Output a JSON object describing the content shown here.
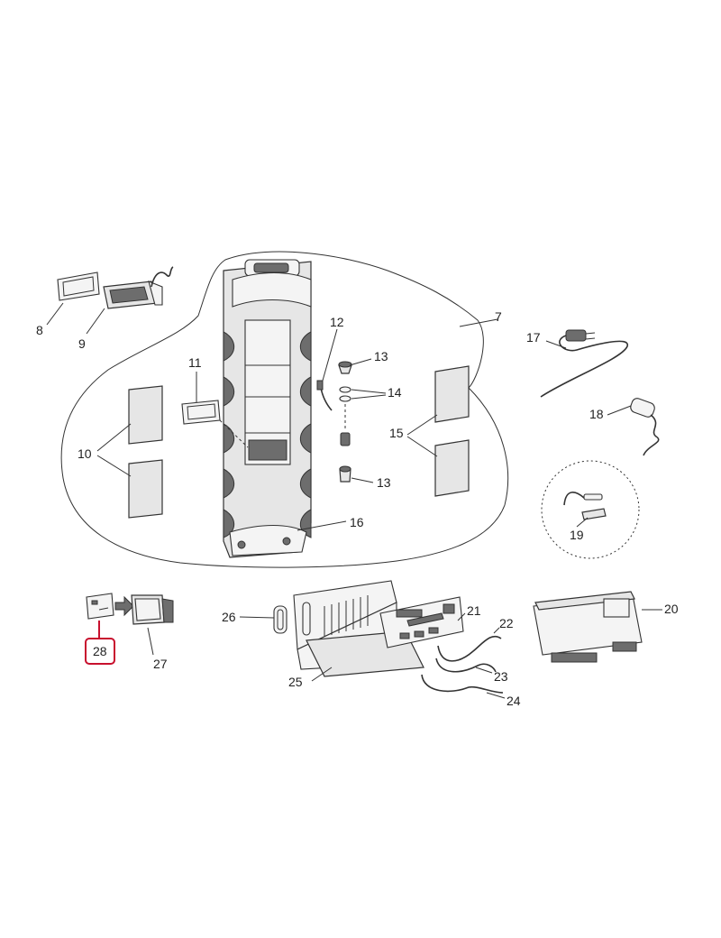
{
  "labels": {
    "p7": "7",
    "p8": "8",
    "p9": "9",
    "p10": "10",
    "p11": "11",
    "p12": "12",
    "p13a": "13",
    "p13b": "13",
    "p14": "14",
    "p15": "15",
    "p16": "16",
    "p17": "17",
    "p18": "18",
    "p19": "19",
    "p20": "20",
    "p21": "21",
    "p22": "22",
    "p23": "23",
    "p24": "24",
    "p25": "25",
    "p26": "26",
    "p27": "27",
    "p28": "28"
  },
  "colors": {
    "highlight": "#c8102e",
    "line": "#333333",
    "fill": "#e6e6e6"
  },
  "highlighted_part": "28"
}
